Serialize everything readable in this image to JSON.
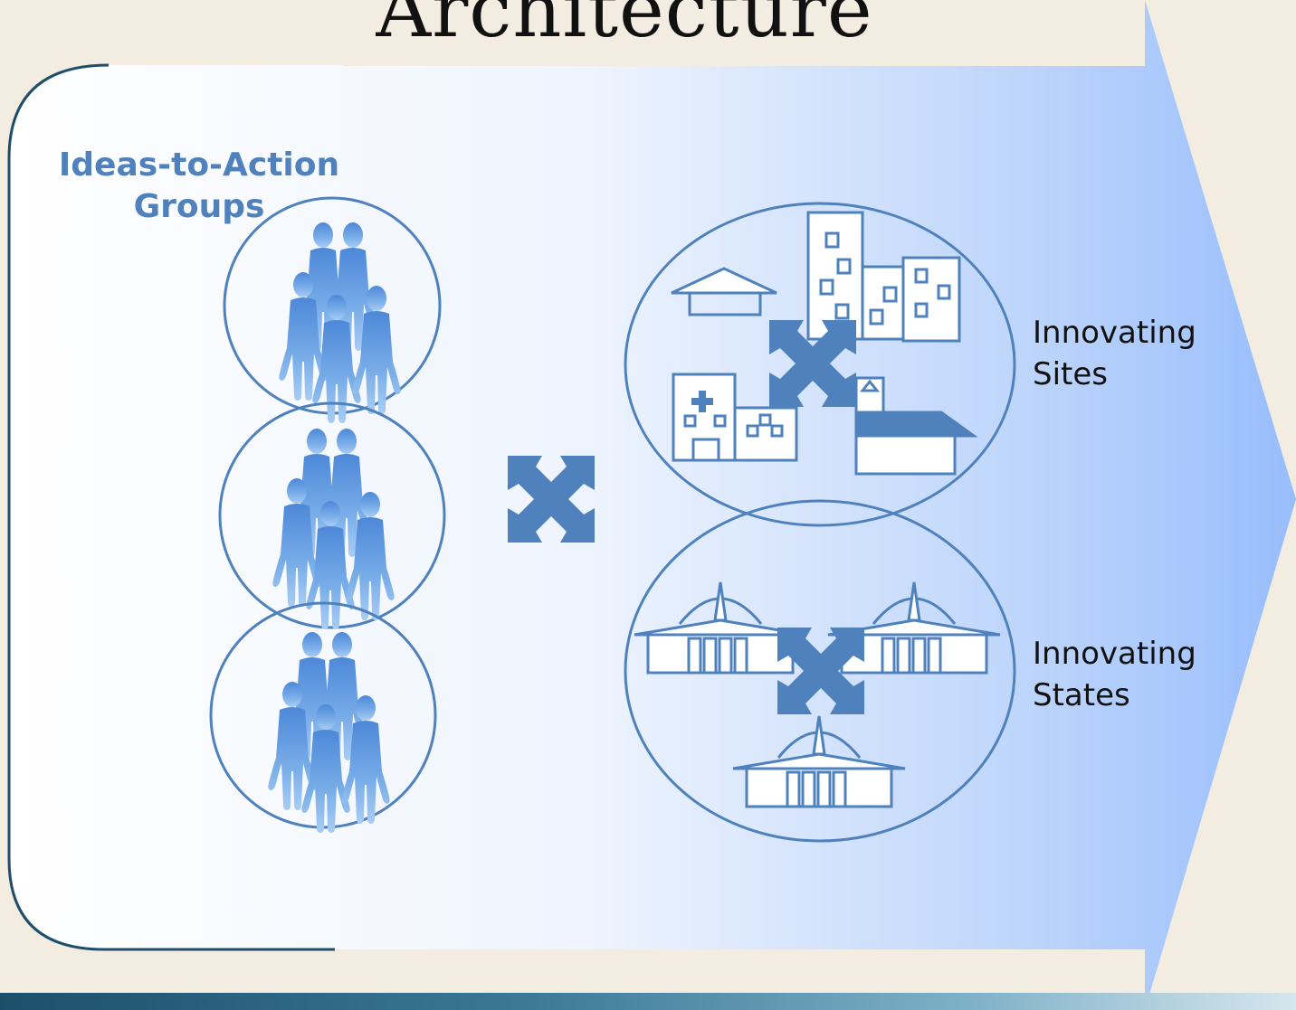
{
  "slide": {
    "title": "Architecture",
    "groups_label_line1": "Ideas-to-Action",
    "groups_label_line2": "Groups",
    "sites_label_line1": "Innovating",
    "sites_label_line2": "Sites",
    "states_label_line1": "Innovating",
    "states_label_line2": "States"
  },
  "colors": {
    "accent": "#4f81bd",
    "arrow_light": "#ffffff",
    "arrow_dark": "#9dc1ff",
    "people": "#5b95e0",
    "background": "#f3ece1"
  },
  "icons": [
    "people-group-icon",
    "connect-arrows-icon",
    "town-buildings-icon",
    "capitol-building-icon"
  ]
}
